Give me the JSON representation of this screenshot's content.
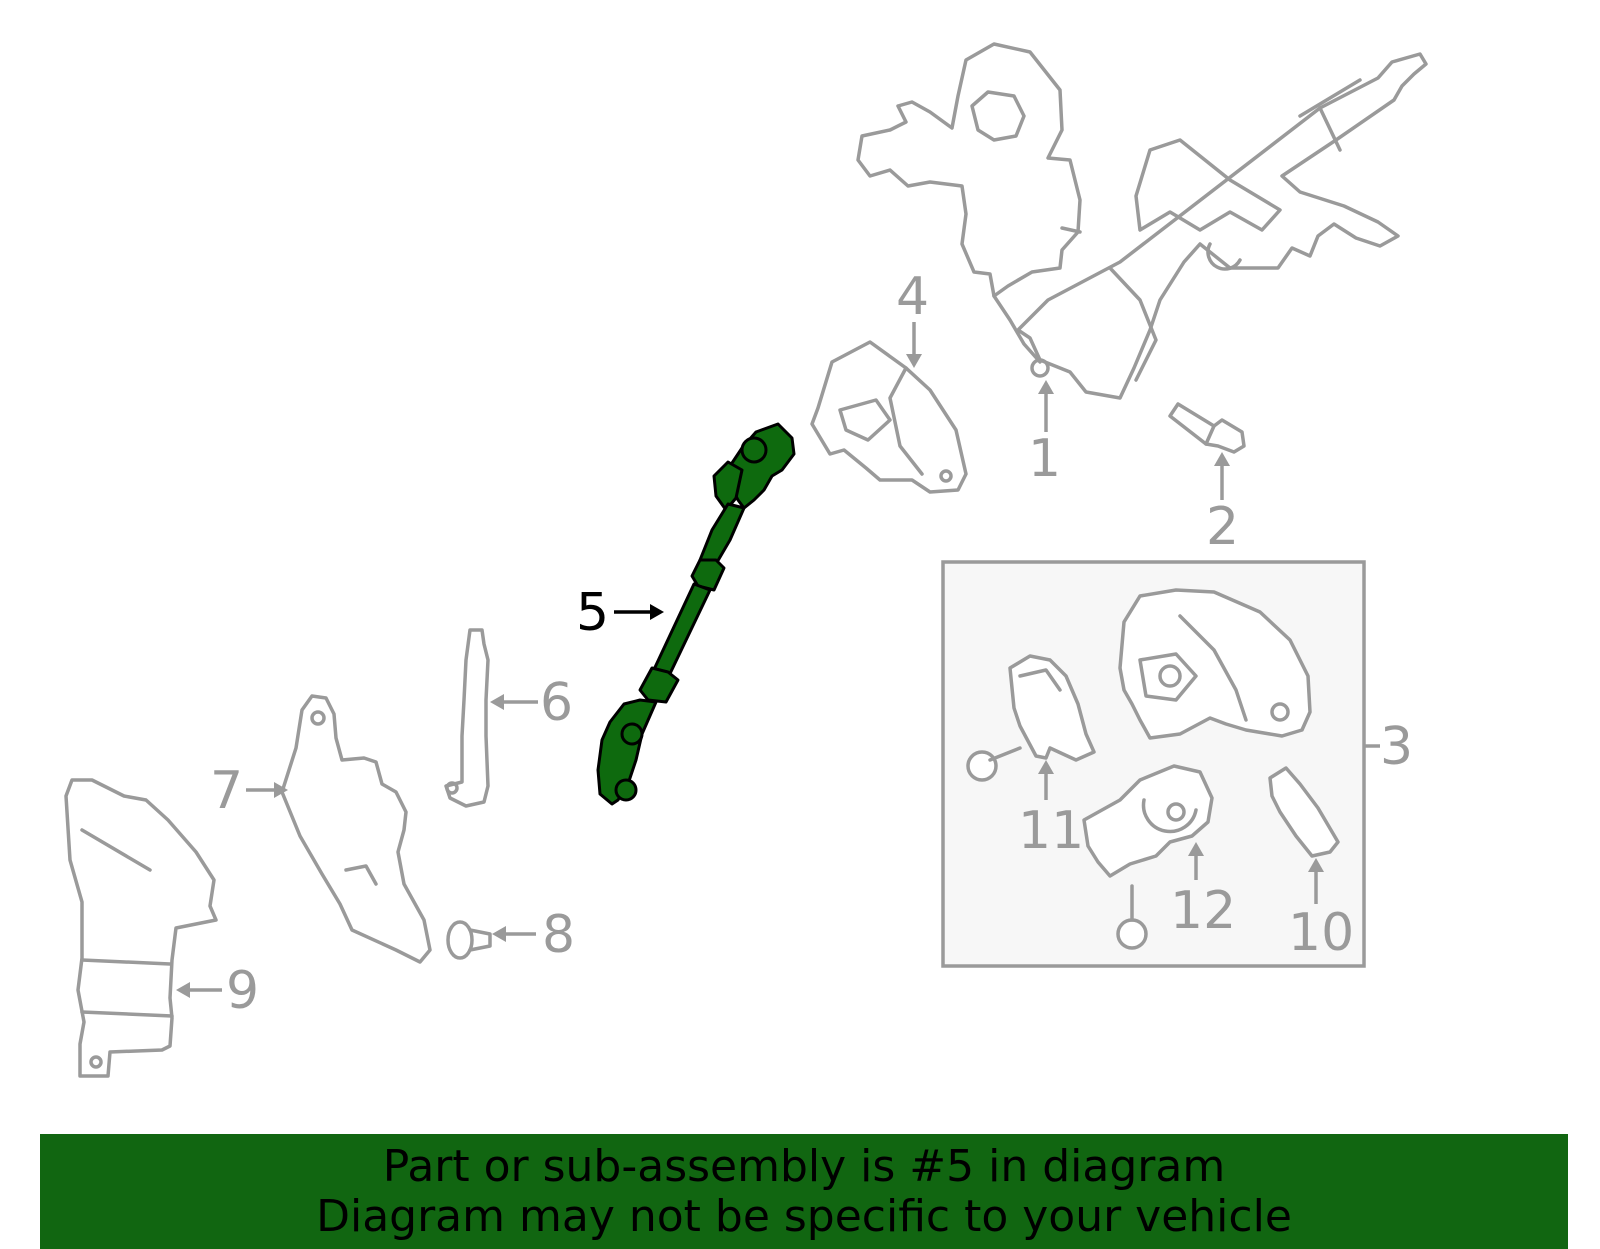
{
  "diagram": {
    "highlighted_part": "5",
    "highlight_color": "#116611",
    "line_color": "#9a9a9a",
    "callouts": [
      {
        "id": "c1",
        "label": "1"
      },
      {
        "id": "c2",
        "label": "2"
      },
      {
        "id": "c3",
        "label": "3"
      },
      {
        "id": "c4",
        "label": "4"
      },
      {
        "id": "c5",
        "label": "5"
      },
      {
        "id": "c6",
        "label": "6"
      },
      {
        "id": "c7",
        "label": "7"
      },
      {
        "id": "c8",
        "label": "8"
      },
      {
        "id": "c9",
        "label": "9"
      },
      {
        "id": "c10",
        "label": "10"
      },
      {
        "id": "c11",
        "label": "11"
      },
      {
        "id": "c12",
        "label": "12"
      }
    ]
  },
  "banner": {
    "line1": "Part or sub-assembly is #5 in diagram",
    "line2": "Diagram may not be specific to your vehicle",
    "background": "#116611"
  }
}
